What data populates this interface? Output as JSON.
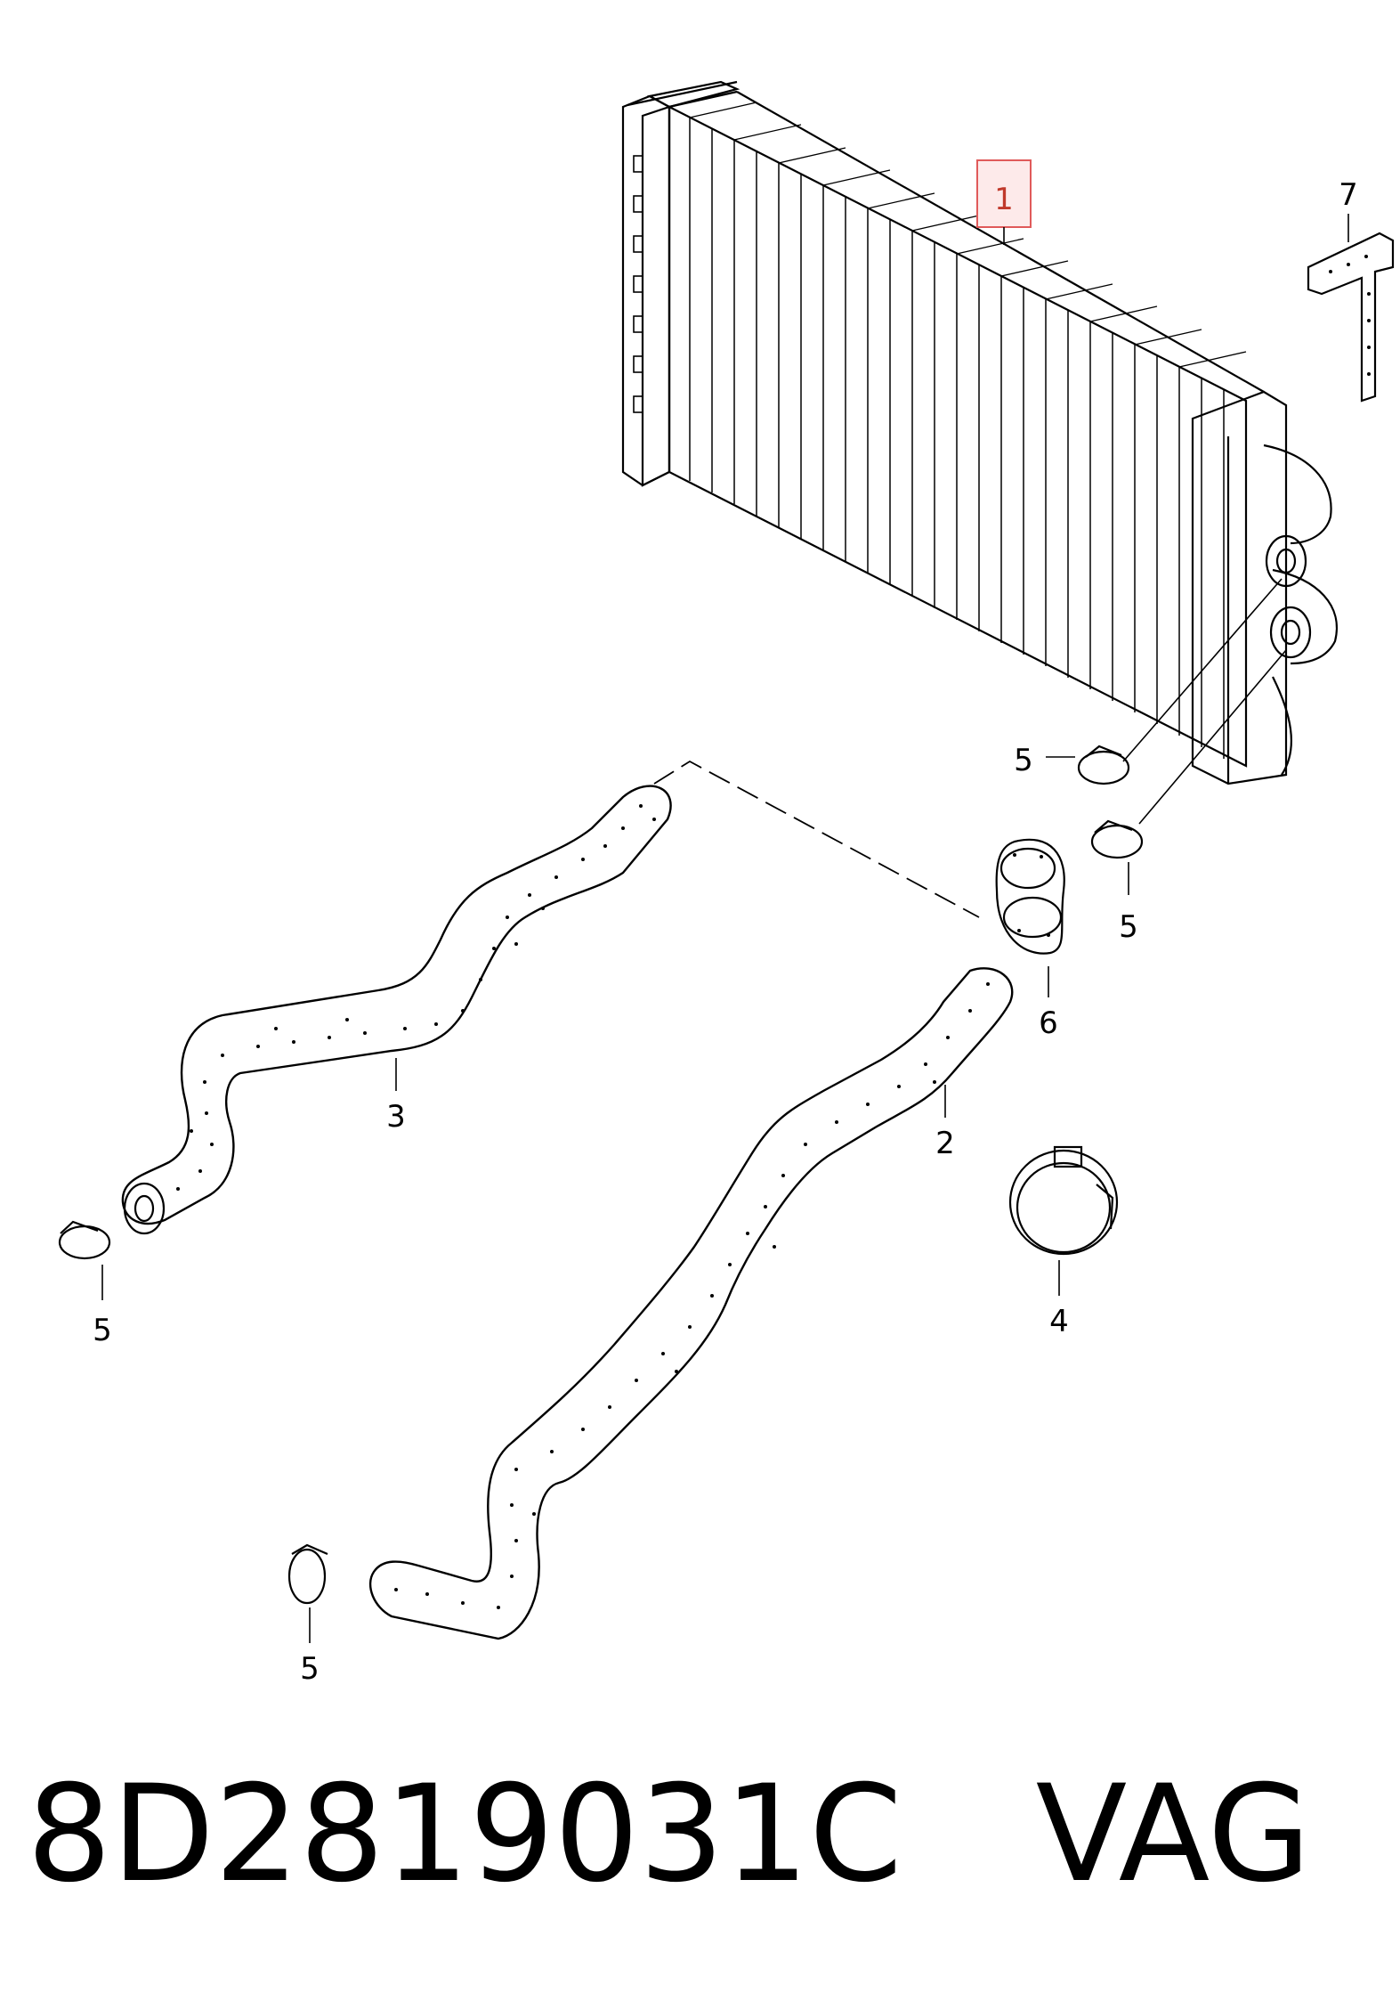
{
  "diagram": {
    "callouts": [
      {
        "id": "1",
        "label": "1",
        "highlighted": true
      },
      {
        "id": "2",
        "label": "2"
      },
      {
        "id": "3",
        "label": "3"
      },
      {
        "id": "4",
        "label": "4"
      },
      {
        "id": "5a",
        "label": "5"
      },
      {
        "id": "5b",
        "label": "5"
      },
      {
        "id": "5c",
        "label": "5"
      },
      {
        "id": "5d",
        "label": "5"
      },
      {
        "id": "6",
        "label": "6"
      },
      {
        "id": "7",
        "label": "7"
      }
    ],
    "highlight_color": "#e05a5a"
  },
  "caption": {
    "part_number": "8D2819031C",
    "brand": "VAG"
  }
}
